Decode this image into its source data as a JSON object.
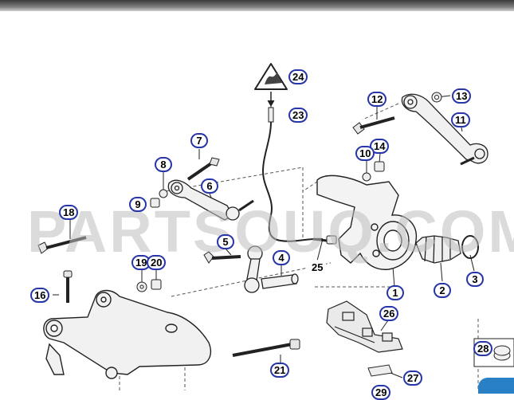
{
  "watermark": "PARTSOUQ.COM",
  "accent_color": "#2636a8",
  "callouts": {
    "c1": "1",
    "c2": "2",
    "c3": "3",
    "c4": "4",
    "c5": "5",
    "c6": "6",
    "c7": "7",
    "c8": "8",
    "c9": "9",
    "c10": "10",
    "c11": "11",
    "c12": "12",
    "c13": "13",
    "c14": "14",
    "c16": "16",
    "c18": "18",
    "c19": "19",
    "c20": "20",
    "c21": "21",
    "c23": "23",
    "c24": "24",
    "c25": "25",
    "c26": "26",
    "c27": "27",
    "c28": "28",
    "c29": "29"
  },
  "icons": [
    "warning-triangle-icon",
    "cart-tab-icon"
  ]
}
